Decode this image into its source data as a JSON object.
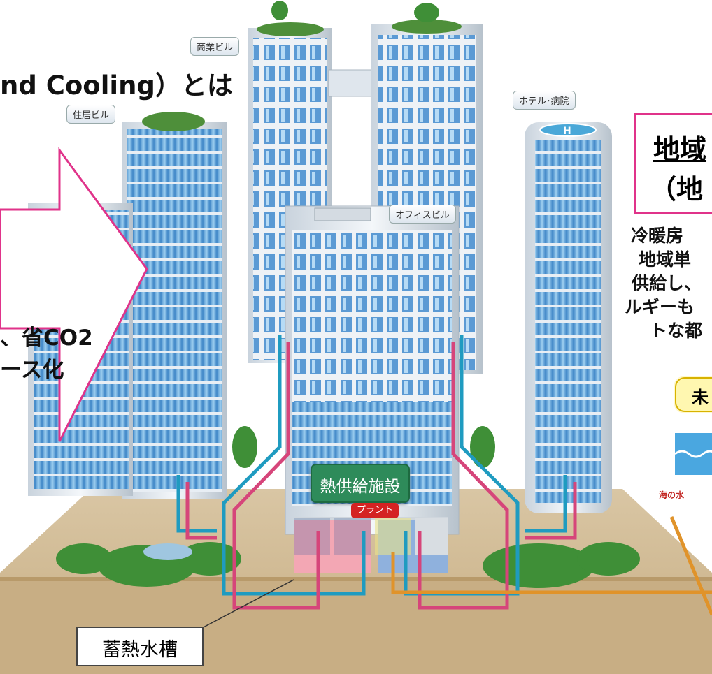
{
  "title": "nd Cooling）とは",
  "callout": {
    "line1": "地域",
    "line2": "（地"
  },
  "description": [
    "冷暖房",
    "地域単",
    "供給し、",
    "ルギーも",
    "トな都"
  ],
  "arrow": {
    "line1": "、省CO2",
    "line2": "ース化"
  },
  "pill_text": "未",
  "sea_label": "海の水",
  "building_labels": {
    "commercial": "商業ビル",
    "residential": "住居ビル",
    "hotel": "ホテル･病院",
    "office": "オフィスビル"
  },
  "plant_label": "熱供給施設",
  "plant_tag": "プラント",
  "tank_label": "蓄熱水槽",
  "colors": {
    "accent_pink": "#e0338a",
    "pipe_blue": "#1f9bc0",
    "pipe_red": "#d6457a",
    "pipe_orange": "#e0932a",
    "plant_green": "#2e8b5a"
  }
}
